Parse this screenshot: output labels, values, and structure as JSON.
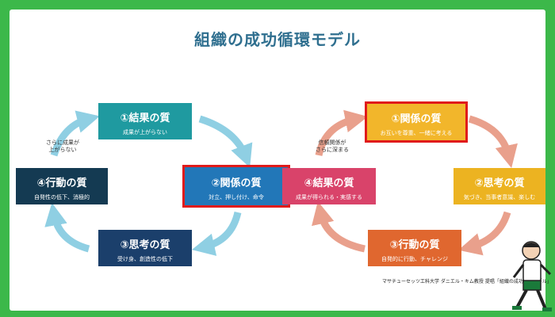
{
  "title": "組織の成功循環モデル",
  "bad_cycle": {
    "results": {
      "title": "①結果の質",
      "sub": "成果が上がらない"
    },
    "relations": {
      "title": "②関係の質",
      "sub": "対立、押し付け、命令"
    },
    "thinking": {
      "title": "③思考の質",
      "sub": "受け身、創造性の低下"
    },
    "action": {
      "title": "④行動の質",
      "sub": "自発性の低下、消極的"
    },
    "loop_note": [
      "さらに成果が",
      "上がらない"
    ]
  },
  "good_cycle": {
    "relations": {
      "title": "①関係の質",
      "sub": "お互いを尊重、一緒に考える"
    },
    "thinking": {
      "title": "②思考の質",
      "sub": "気づき、当事者意識、楽しむ"
    },
    "action": {
      "title": "③行動の質",
      "sub": "自発的に行動、チャレンジ"
    },
    "results": {
      "title": "④結果の質",
      "sub": "成果が得られる・実感する"
    },
    "loop_note": [
      "信頼関係が",
      "さらに深まる"
    ]
  },
  "credit": "マサチューセッツ工科大学 ダニエル・キム教授 提唱「組織の成功循環モデル」",
  "colors": {
    "green_bg": "#3cb84a",
    "title_text": "#2f6f8f",
    "box_teal": "#1f9aa0",
    "box_navy": "#1b3f6b",
    "box_blue": "#2277b8",
    "box_dark": "#143a52",
    "box_yellow": "#f2b62b",
    "box_gold": "#ecb321",
    "box_orange": "#e0672f",
    "box_pink": "#d9436a",
    "highlight_border": "#e01b1b",
    "arrow_blue": "#8fcfe3",
    "arrow_salmon": "#e9a08c"
  }
}
